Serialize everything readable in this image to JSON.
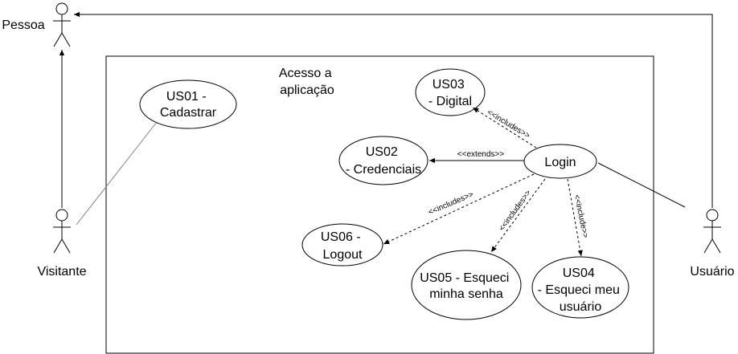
{
  "system": {
    "title": [
      "Acesso a",
      "aplicação"
    ]
  },
  "actors": {
    "pessoa": "Pessoa",
    "visitante": "Visitante",
    "usuario": "Usuário"
  },
  "use_cases": {
    "us01": [
      "US01 -",
      "Cadastrar"
    ],
    "us02": [
      "US02",
      "- Credenciais"
    ],
    "us03": [
      "US03",
      "- Digital"
    ],
    "login": [
      "Login"
    ],
    "us04": [
      "US04",
      "- Esqueci meu",
      "usuário"
    ],
    "us05": [
      "US05 - Esqueci",
      "minha senha"
    ],
    "us06": [
      "US06 -",
      "Logout"
    ]
  },
  "relations": {
    "extends": "<<extends>>",
    "includes_digital": "<<includes>>",
    "includes_logout": "<<includes>>",
    "includes_senha": "<<includes>>",
    "include_usuario": "<<include>>"
  }
}
